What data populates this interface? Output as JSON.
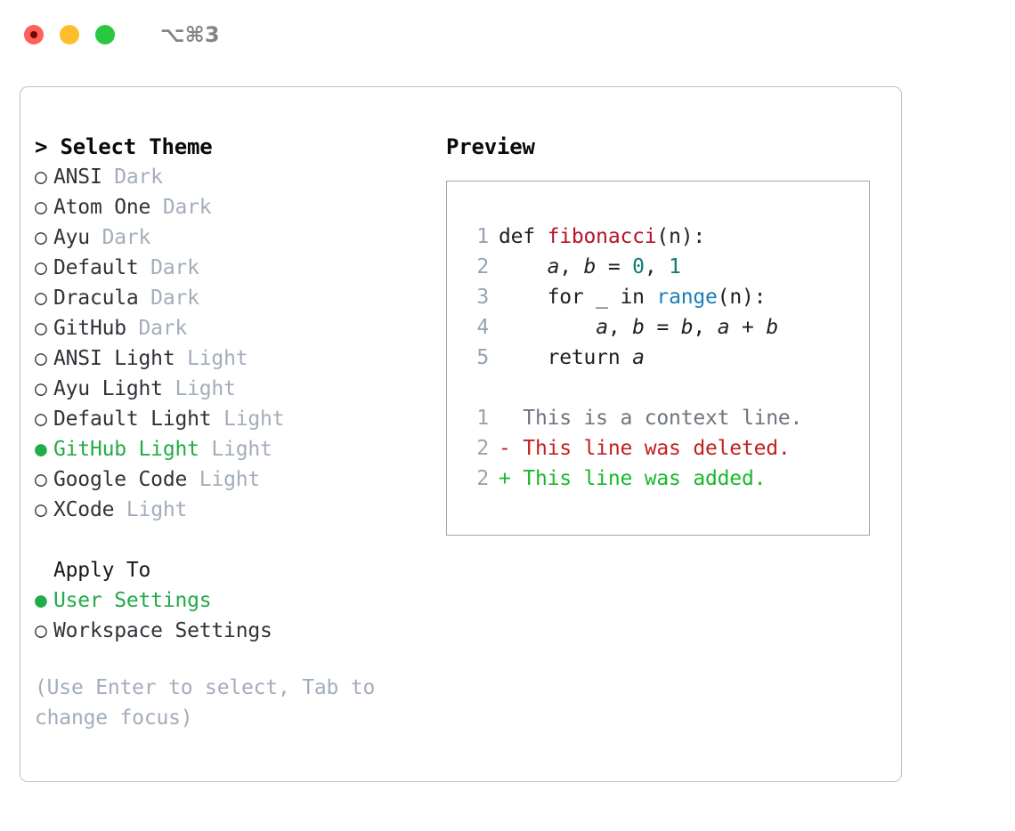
{
  "titlebar": {
    "shortcut": "⌥⌘3",
    "buttons": [
      {
        "name": "close",
        "color": "#ff6058"
      },
      {
        "name": "minimize",
        "color": "#ffbd2e"
      },
      {
        "name": "maximize",
        "color": "#28c840"
      }
    ]
  },
  "colors": {
    "accent_green": "#22ab48",
    "muted_gray": "#a3adba",
    "panel_border": "#b9c2ce",
    "preview_border": "#9aa7b4",
    "text": "#2f3338",
    "keyword_fn": "#b3152a",
    "builtin": "#1a7fb5",
    "number": "#0e7c72",
    "diff_add": "#18b82e",
    "diff_del": "#c32020",
    "diff_context": "#6d7580"
  },
  "theme_section": {
    "header": "> Select Theme",
    "bullet_unselected": "○",
    "bullet_selected": "●",
    "options": [
      {
        "name": "ANSI",
        "tag": "Dark",
        "selected": false
      },
      {
        "name": "Atom One",
        "tag": "Dark",
        "selected": false
      },
      {
        "name": "Ayu",
        "tag": "Dark",
        "selected": false
      },
      {
        "name": "Default",
        "tag": "Dark",
        "selected": false
      },
      {
        "name": "Dracula",
        "tag": "Dark",
        "selected": false
      },
      {
        "name": "GitHub",
        "tag": "Dark",
        "selected": false
      },
      {
        "name": "ANSI Light",
        "tag": "Light",
        "selected": false
      },
      {
        "name": "Ayu Light",
        "tag": "Light",
        "selected": false
      },
      {
        "name": "Default Light",
        "tag": "Light",
        "selected": false
      },
      {
        "name": "GitHub Light",
        "tag": "Light",
        "selected": true
      },
      {
        "name": "Google Code",
        "tag": "Light",
        "selected": false
      },
      {
        "name": "XCode",
        "tag": "Light",
        "selected": false
      }
    ]
  },
  "apply_section": {
    "header": "Apply To",
    "options": [
      {
        "name": "User Settings",
        "selected": true
      },
      {
        "name": "Workspace Settings",
        "selected": false
      }
    ]
  },
  "hint": "(Use Enter to select, Tab to change focus)",
  "preview": {
    "title": "Preview",
    "code_lines": [
      {
        "no": "1",
        "tokens": [
          {
            "t": "def ",
            "k": "def"
          },
          {
            "t": "fibonacci",
            "k": "fn"
          },
          {
            "t": "(n):",
            "k": "plain"
          }
        ]
      },
      {
        "no": "2",
        "tokens": [
          {
            "t": "    ",
            "k": "plain"
          },
          {
            "t": "a",
            "k": "var"
          },
          {
            "t": ", ",
            "k": "plain"
          },
          {
            "t": "b",
            "k": "var"
          },
          {
            "t": " = ",
            "k": "plain"
          },
          {
            "t": "0",
            "k": "num"
          },
          {
            "t": ", ",
            "k": "plain"
          },
          {
            "t": "1",
            "k": "num"
          }
        ]
      },
      {
        "no": "3",
        "tokens": [
          {
            "t": "    for _ in ",
            "k": "plain"
          },
          {
            "t": "range",
            "k": "builtin"
          },
          {
            "t": "(n):",
            "k": "plain"
          }
        ]
      },
      {
        "no": "4",
        "tokens": [
          {
            "t": "        ",
            "k": "plain"
          },
          {
            "t": "a",
            "k": "var"
          },
          {
            "t": ", ",
            "k": "plain"
          },
          {
            "t": "b",
            "k": "var"
          },
          {
            "t": " = ",
            "k": "plain"
          },
          {
            "t": "b",
            "k": "var"
          },
          {
            "t": ", ",
            "k": "plain"
          },
          {
            "t": "a",
            "k": "var"
          },
          {
            "t": " + ",
            "k": "plain"
          },
          {
            "t": "b",
            "k": "var"
          }
        ]
      },
      {
        "no": "5",
        "tokens": [
          {
            "t": "    return ",
            "k": "plain"
          },
          {
            "t": "a",
            "k": "var"
          }
        ]
      }
    ],
    "diff_lines": [
      {
        "no": "1",
        "marker": "  ",
        "text": "This is a context line.",
        "kind": "context"
      },
      {
        "no": "2",
        "marker": "- ",
        "text": "This line was deleted.",
        "kind": "del"
      },
      {
        "no": "2",
        "marker": "+ ",
        "text": "This line was added.",
        "kind": "add"
      }
    ]
  }
}
